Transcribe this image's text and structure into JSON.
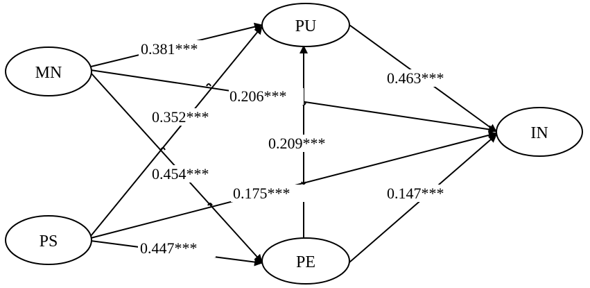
{
  "nodes": {
    "mn": {
      "label": "MN"
    },
    "ps": {
      "label": "PS"
    },
    "pu": {
      "label": "PU"
    },
    "pe": {
      "label": "PE"
    },
    "in": {
      "label": "IN"
    }
  },
  "paths": {
    "mn_pu": "0.381***",
    "mn_in": "0.206***",
    "mn_pe": "0.454***",
    "ps_pu": "0.352***",
    "ps_in": "0.175***",
    "ps_pe": "0.447***",
    "pe_pu": "0.209***",
    "pu_in": "0.463***",
    "pe_in": "0.147***"
  },
  "colors": {
    "stroke": "#000000",
    "background": "#ffffff"
  }
}
